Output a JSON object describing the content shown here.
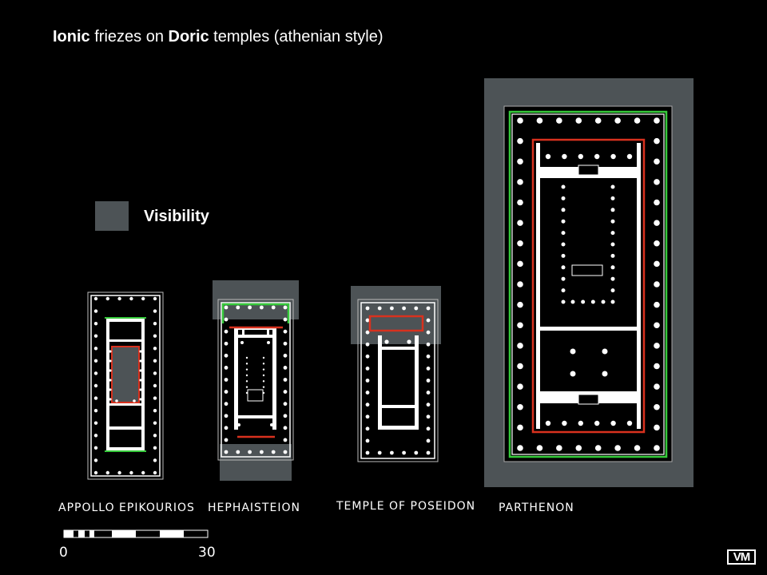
{
  "title": {
    "part1": "Ionic",
    "part2": " friezes on ",
    "part3": "Doric",
    "part4": " temples (athenian style)"
  },
  "legend": {
    "label": "Visibility",
    "color": "#4d5356"
  },
  "temples": [
    {
      "name": "APPOLLO EPIKOURIOS"
    },
    {
      "name": "HEPHAISTEION"
    },
    {
      "name": "TEMPLE OF POSEIDON"
    },
    {
      "name": "PARTHENON"
    }
  ],
  "scale": {
    "start": "0",
    "end": "30"
  },
  "logo": {
    "text": "VM"
  },
  "colors": {
    "background": "#000000",
    "visibility": "#4d5356",
    "frieze_green": "#35c93a",
    "frieze_red": "#d8311e",
    "plan_white": "#ffffff"
  }
}
